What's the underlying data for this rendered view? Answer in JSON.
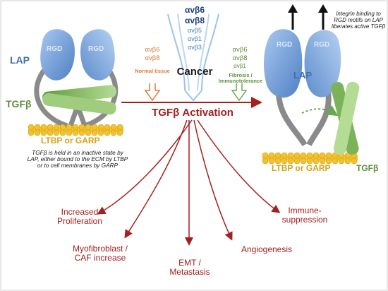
{
  "left_panel": {
    "lap": "LAP",
    "rgd_left": "RGD",
    "rgd_right": "RGD",
    "tgfb": "TGFβ",
    "ltbp_garp": "LTBP or GARP",
    "caption": "TGFβ is held in an inactive state by LAP, either bound to the ECM by LTBP or to cell membranes by GARP"
  },
  "center_top": {
    "cancer_integrins": [
      "αvβ6",
      "αvβ8"
    ],
    "cancer_integrins_minor": [
      "αvβ5",
      "αvβ1",
      "αvβ3"
    ],
    "cancer": "Cancer",
    "normal_integrins": [
      "αvβ6",
      "αvβ8"
    ],
    "normal_label": "Normal tissue",
    "fibrosis_integrins": [
      "αvβ6",
      "αvβ8",
      "αvβ1"
    ],
    "fibrosis_label": "Fibrosis / Immunotolerance",
    "activation": "TGFβ Activation"
  },
  "right_panel": {
    "integrin_note": "Integrin binding to RGD motifs on LAP liberates active TGFβ",
    "rgd_left": "RGD",
    "rgd_right": "RGD",
    "lap": "LAP",
    "ltbp_garp": "LTBP or GARP",
    "tgfb": "TGFβ"
  },
  "outcomes": {
    "proliferation": "Increased Proliferation",
    "myofibroblast": "Myofibroblast / CAF increase",
    "emt": "EMT / Metastasis",
    "angiogenesis": "Angiogenesis",
    "immune": "Immune-suppression"
  },
  "colors": {
    "accent_red": "#a51f1f",
    "lap_blue": "#7aa6dc",
    "lap_dark": "#3f6fb0",
    "tgfb_green": "#7cb35a",
    "membrane_gold": "#f1c232",
    "cancer_blue": "#1f3f77"
  }
}
